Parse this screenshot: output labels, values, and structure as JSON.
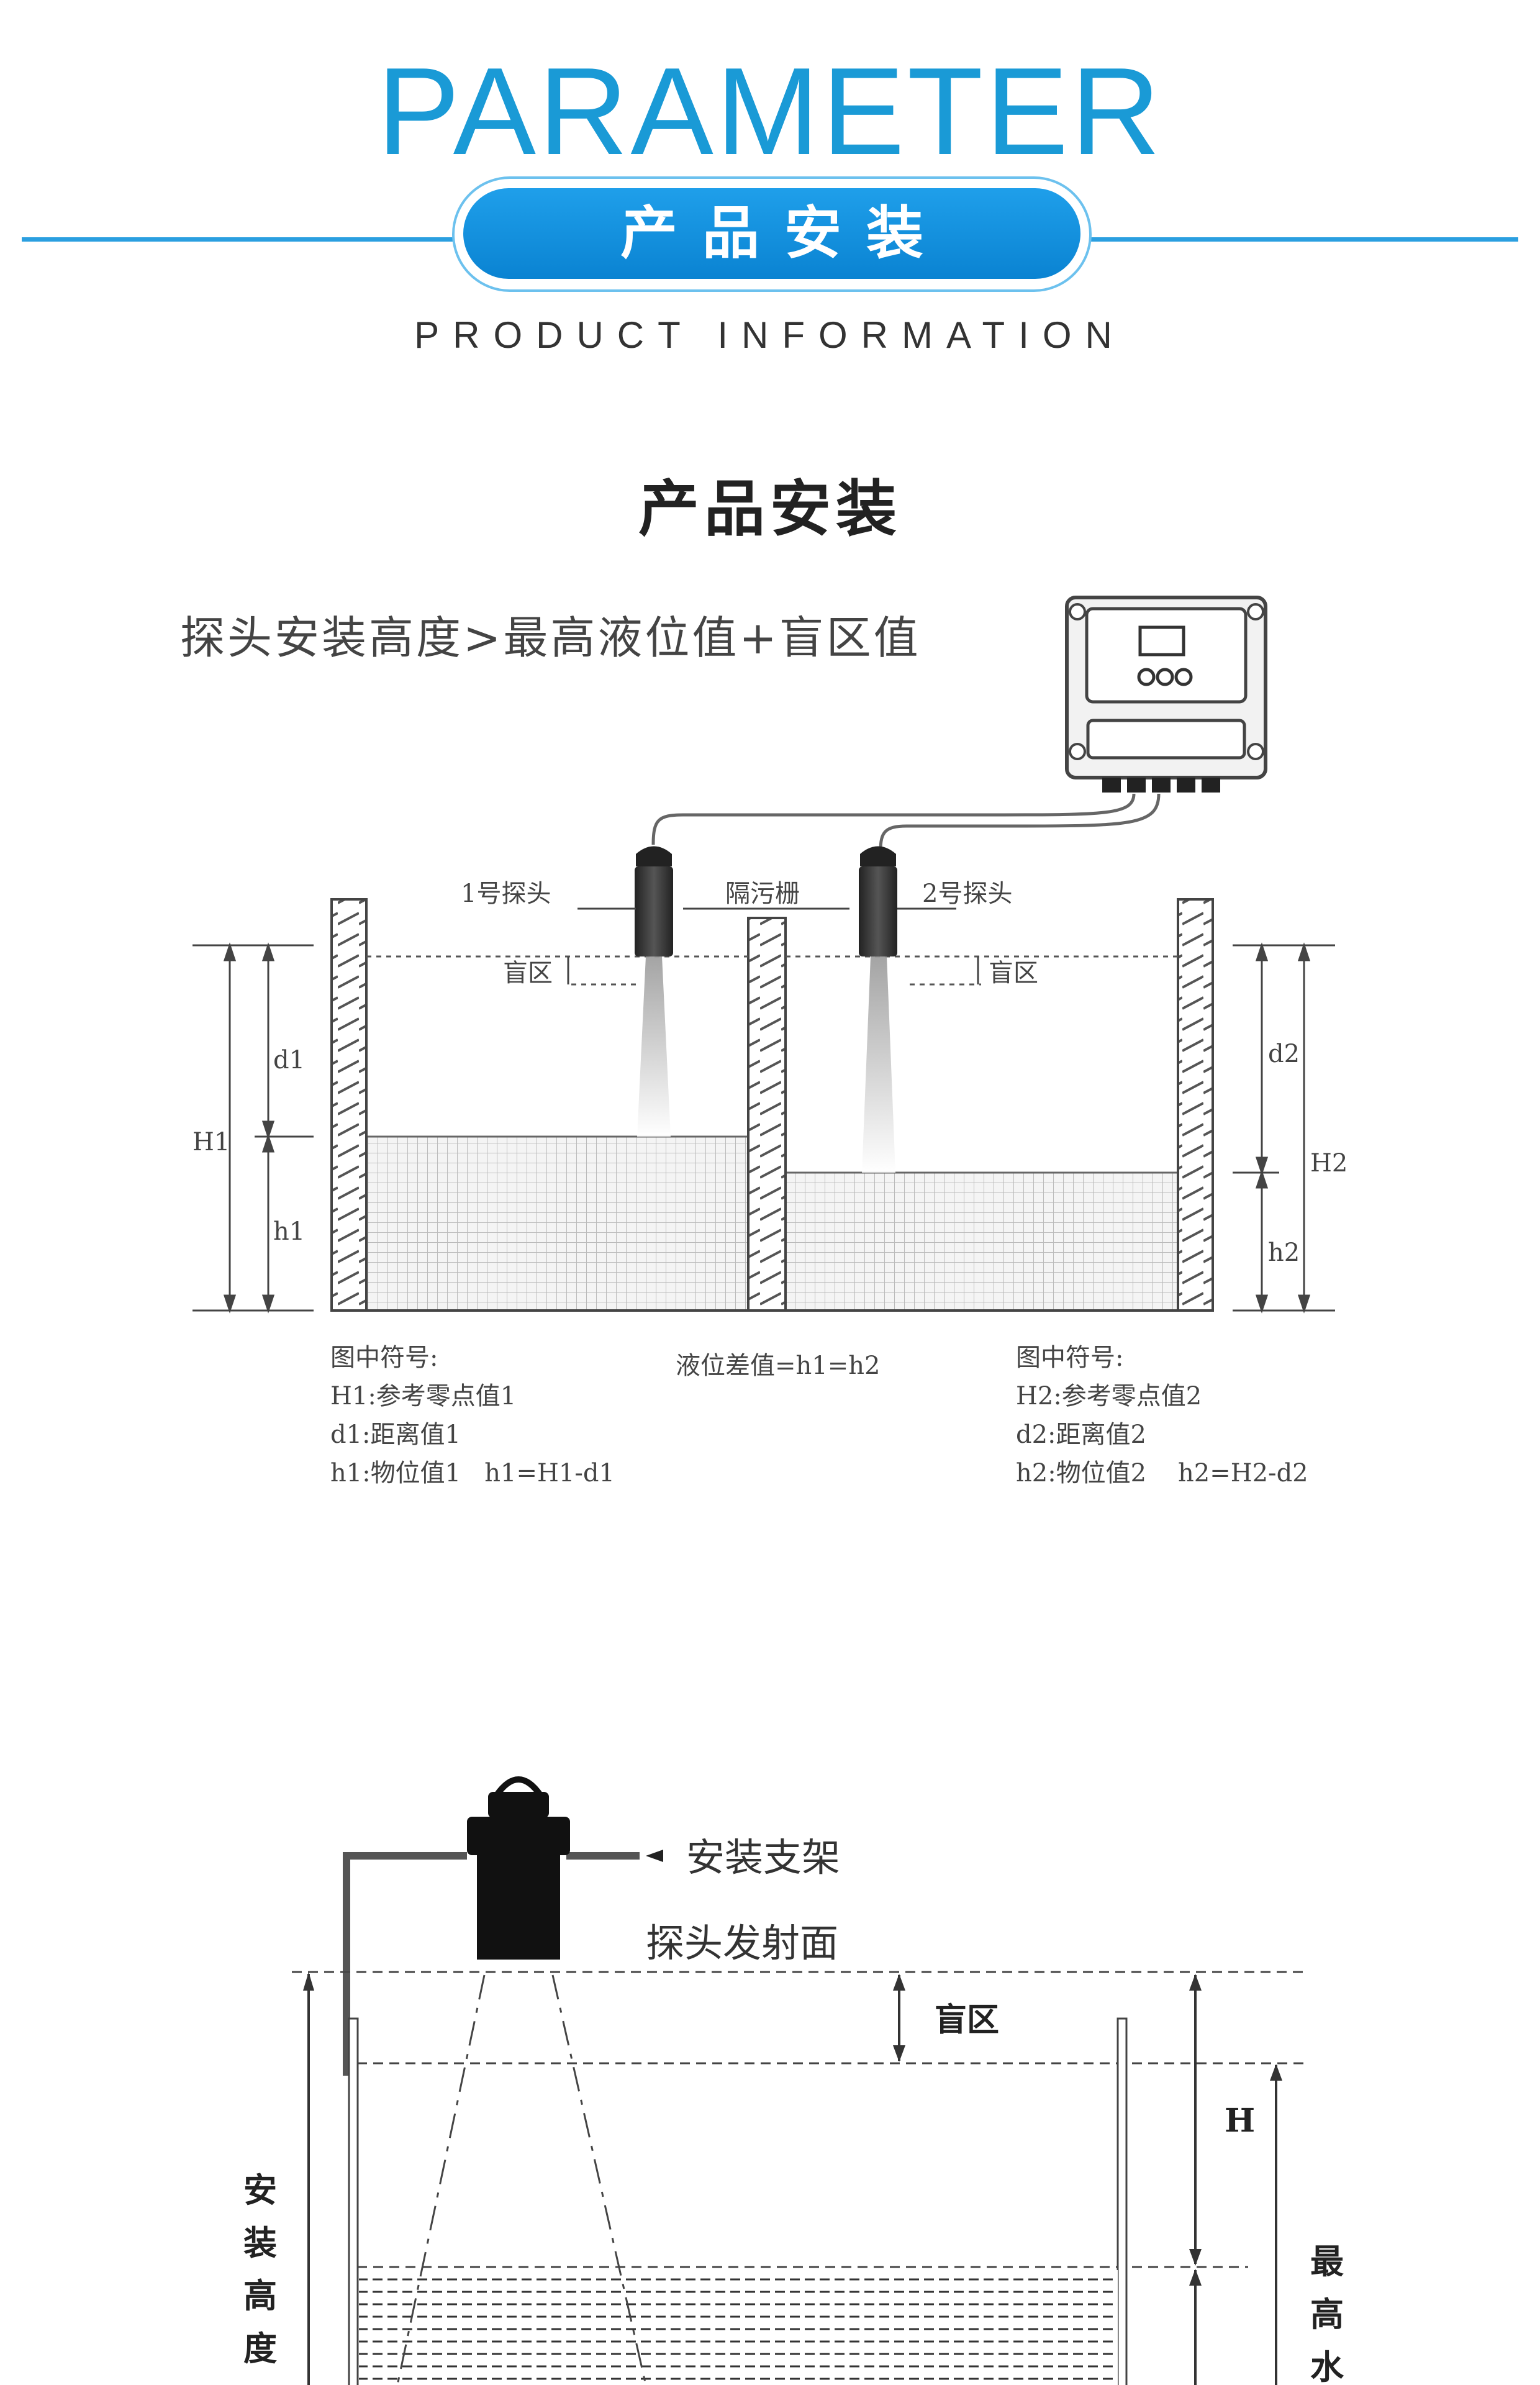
{
  "header": {
    "title": "PARAMETER",
    "badge": "产品安装",
    "subtitle": "PRODUCT INFORMATION"
  },
  "section_title": "产品安装",
  "install_rule": "探头安装高度>最高液位值+盲区值",
  "diagram1": {
    "probe1_label": "1号探头",
    "probe2_label": "2号探头",
    "baffle_label": "隔污栅",
    "blind1_label": "盲区",
    "blind2_label": "盲区",
    "H1": "H1",
    "d1": "d1",
    "h1": "h1",
    "H2": "H2",
    "d2": "d2",
    "h2": "h2",
    "legend_left": {
      "title": "图中符号:",
      "lines": [
        "H1:参考零点值1",
        "d1:距离值1",
        "h1:物位值1   h1=H1-d1"
      ]
    },
    "legend_center": "液位差值=h1=h2",
    "legend_right": {
      "title": "图中符号:",
      "lines": [
        "H2:参考零点值2",
        "d2:距离值2",
        "h2:物位值2    h2=H2-d2"
      ]
    }
  },
  "diagram2": {
    "bracket_label": "安装支架",
    "face_label": "探头发射面",
    "blind_label": "盲区",
    "H_label": "H",
    "install_height_label": [
      "安",
      "装",
      "高",
      "度"
    ],
    "max_level_label": [
      "最",
      "高",
      "水"
    ]
  }
}
